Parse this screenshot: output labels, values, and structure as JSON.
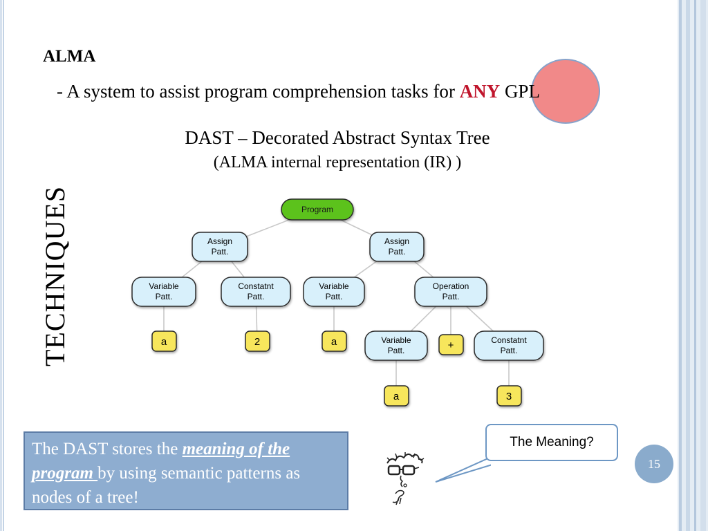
{
  "slide": {
    "heading": "ALMA",
    "bullet_prefix": "- A system to assist program comprehension tasks fo",
    "bullet_r": "r ",
    "bullet_any": "ANY",
    "bullet_suffix": " GPL",
    "dast_title": "DAST – Decorated Abstract Syntax Tree",
    "dast_subtitle": "(ALMA internal representation (IR) )",
    "side_label": "TECHNIQUES",
    "info_text_1": "The DAST stores the ",
    "info_emph": "meaning of the program ",
    "info_text_2": "by using semantic patterns as nodes of a tree!",
    "speech": "The Meaning?",
    "page_number": "15"
  },
  "tree": {
    "root": "Program",
    "assign_left": [
      "Assign",
      "Patt."
    ],
    "assign_right": [
      "Assign",
      "Patt."
    ],
    "var_1": [
      "Variable",
      "Patt."
    ],
    "const_1": [
      "Constatnt",
      "Patt."
    ],
    "var_2": [
      "Variable",
      "Patt."
    ],
    "operation": [
      "Operation",
      "Patt."
    ],
    "var_3": [
      "Variable",
      "Patt."
    ],
    "plus": "+",
    "const_2": [
      "Constatnt",
      "Patt."
    ],
    "leaf_a1": "a",
    "leaf_2": "2",
    "leaf_a2": "a",
    "leaf_a3": "a",
    "leaf_3": "3"
  },
  "colors": {
    "root_fill": "#5cc21a",
    "pattern_fill": "#d8f0fb",
    "leaf_fill": "#f7e65c",
    "accent_red": "#c0152c",
    "info_box": "#8eadd0",
    "page_badge": "#8aabcc"
  }
}
